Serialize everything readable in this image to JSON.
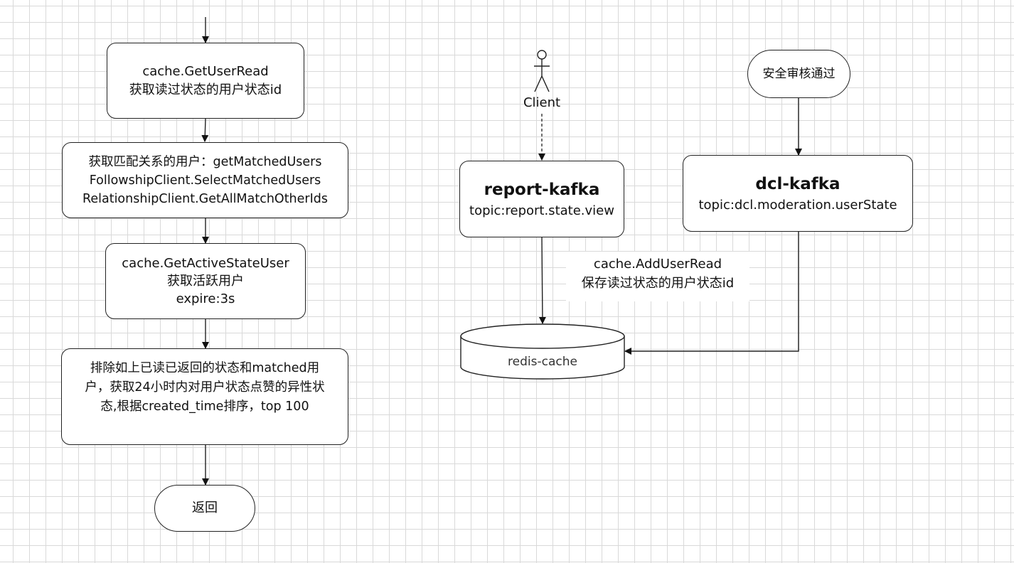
{
  "left_flow": {
    "get_user_read": {
      "lines": [
        "cache.GetUserRead",
        "获取读过状态的用户状态id"
      ]
    },
    "get_matched_users": {
      "lines": [
        "获取匹配关系的用户：getMatchedUsers",
        "FollowshipClient.SelectMatchedUsers",
        "RelationshipClient.GetAllMatchOtherIds"
      ]
    },
    "get_active_state_user": {
      "lines": [
        "cache.GetActiveStateUser",
        "获取活跃用户",
        "expire:3s"
      ]
    },
    "exclude_sort": {
      "lines": [
        "排除如上已读已返回的状态和matched用",
        "户，获取24小时内对用户状态点赞的异性状",
        "态,根据created_time排序，top 100"
      ]
    },
    "return": {
      "label": "返回"
    }
  },
  "right_flow": {
    "client": {
      "label": "Client"
    },
    "audit_passed": {
      "label": "安全审核通过"
    },
    "report_kafka": {
      "title": "report-kafka",
      "topic": "topic:report.state.view"
    },
    "dcl_kafka": {
      "title": "dcl-kafka",
      "topic": "topic:dcl.moderation.userState"
    },
    "add_user_read": {
      "lines": [
        "cache.AddUserRead",
        "保存读过状态的用户状态id"
      ]
    },
    "redis_cache": {
      "label": "redis-cache"
    }
  },
  "colors": {
    "stroke": "#222222",
    "grid": "#d9d9d9",
    "background": "#ffffff"
  }
}
